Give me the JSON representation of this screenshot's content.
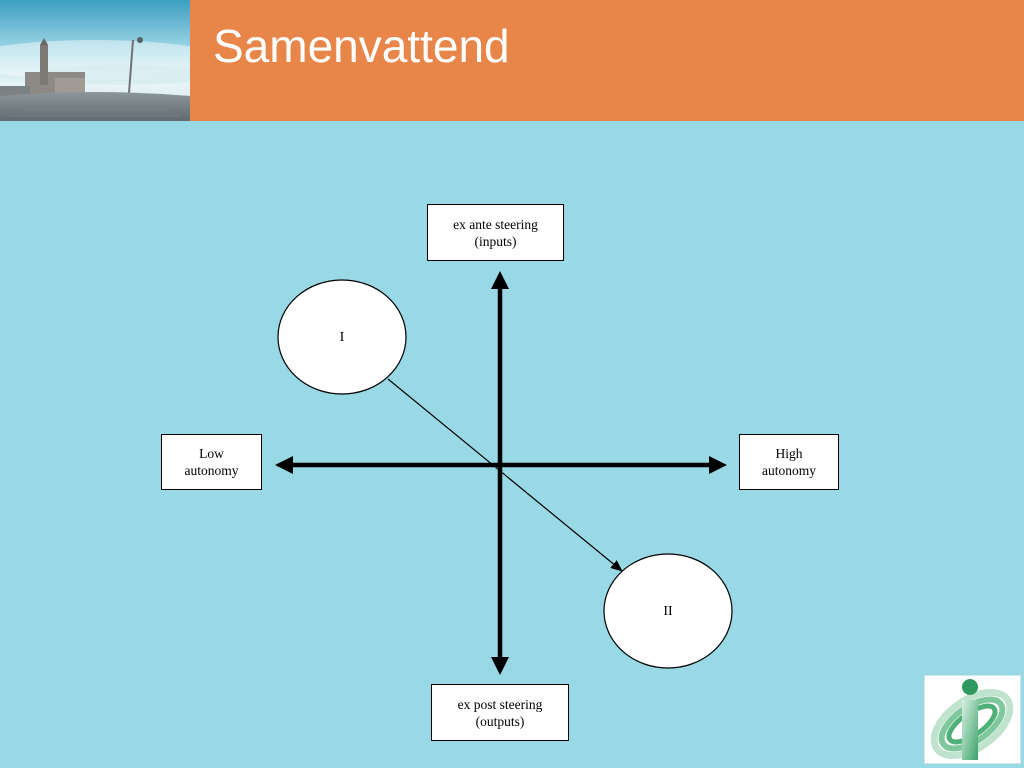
{
  "slide": {
    "title": "Samenvattend"
  },
  "diagram": {
    "top_box": {
      "line1": "ex ante steering",
      "line2": "(inputs)"
    },
    "bottom_box": {
      "line1": "ex post steering",
      "line2": "(outputs)"
    },
    "left_box": {
      "line1": "Low",
      "line2": "autonomy"
    },
    "right_box": {
      "line1": "High",
      "line2": "autonomy"
    },
    "ellipse_1": {
      "label": "I"
    },
    "ellipse_2": {
      "label": "II"
    }
  },
  "colors": {
    "background": "#98d9e5",
    "header_bar": "#e8864a",
    "title_text": "#ffffff",
    "logo_green": "#3aa36a"
  },
  "icons": {
    "header_image": "city-square-photo",
    "logo": "institution-logo"
  }
}
